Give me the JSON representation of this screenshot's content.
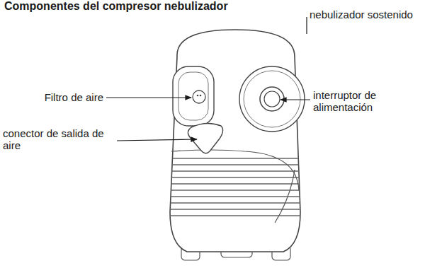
{
  "diagram": {
    "title": "Componentes del compresor nebulizador",
    "labels": [
      "nebulizador sostenido",
      "Filtro de aire",
      "interruptor de alimentación",
      "conector de salida de aire"
    ]
  }
}
